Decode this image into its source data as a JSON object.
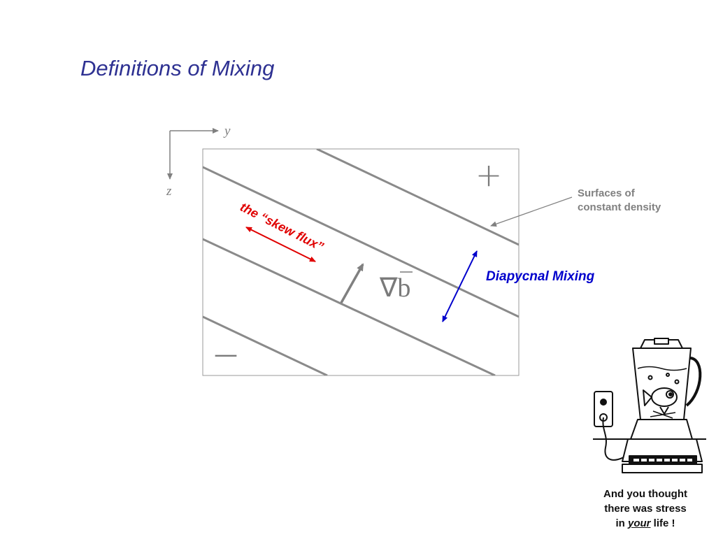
{
  "slide": {
    "title": "Definitions of Mixing"
  },
  "axes": {
    "y_label": "y",
    "z_label": "z"
  },
  "diagram": {
    "plus_sign": "+",
    "minus_sign": "—",
    "skew_flux_label": "the “skew flux”",
    "gradient_label": "∇b",
    "surfaces_label_line1": "Surfaces of",
    "surfaces_label_line2": "constant density",
    "diapycnal_label": "Diapycnal Mixing",
    "colors": {
      "box": "#999999",
      "surfaces": "#8a8a8a",
      "skew_flux": "#e00000",
      "diapycnal": "#0000cc",
      "annotation": "#808080"
    }
  },
  "cartoon": {
    "caption_line1": "And you thought",
    "caption_line2": "there was stress",
    "caption_line3_pre": "in",
    "caption_line3_em": "your",
    "caption_line3_post": "life !"
  }
}
